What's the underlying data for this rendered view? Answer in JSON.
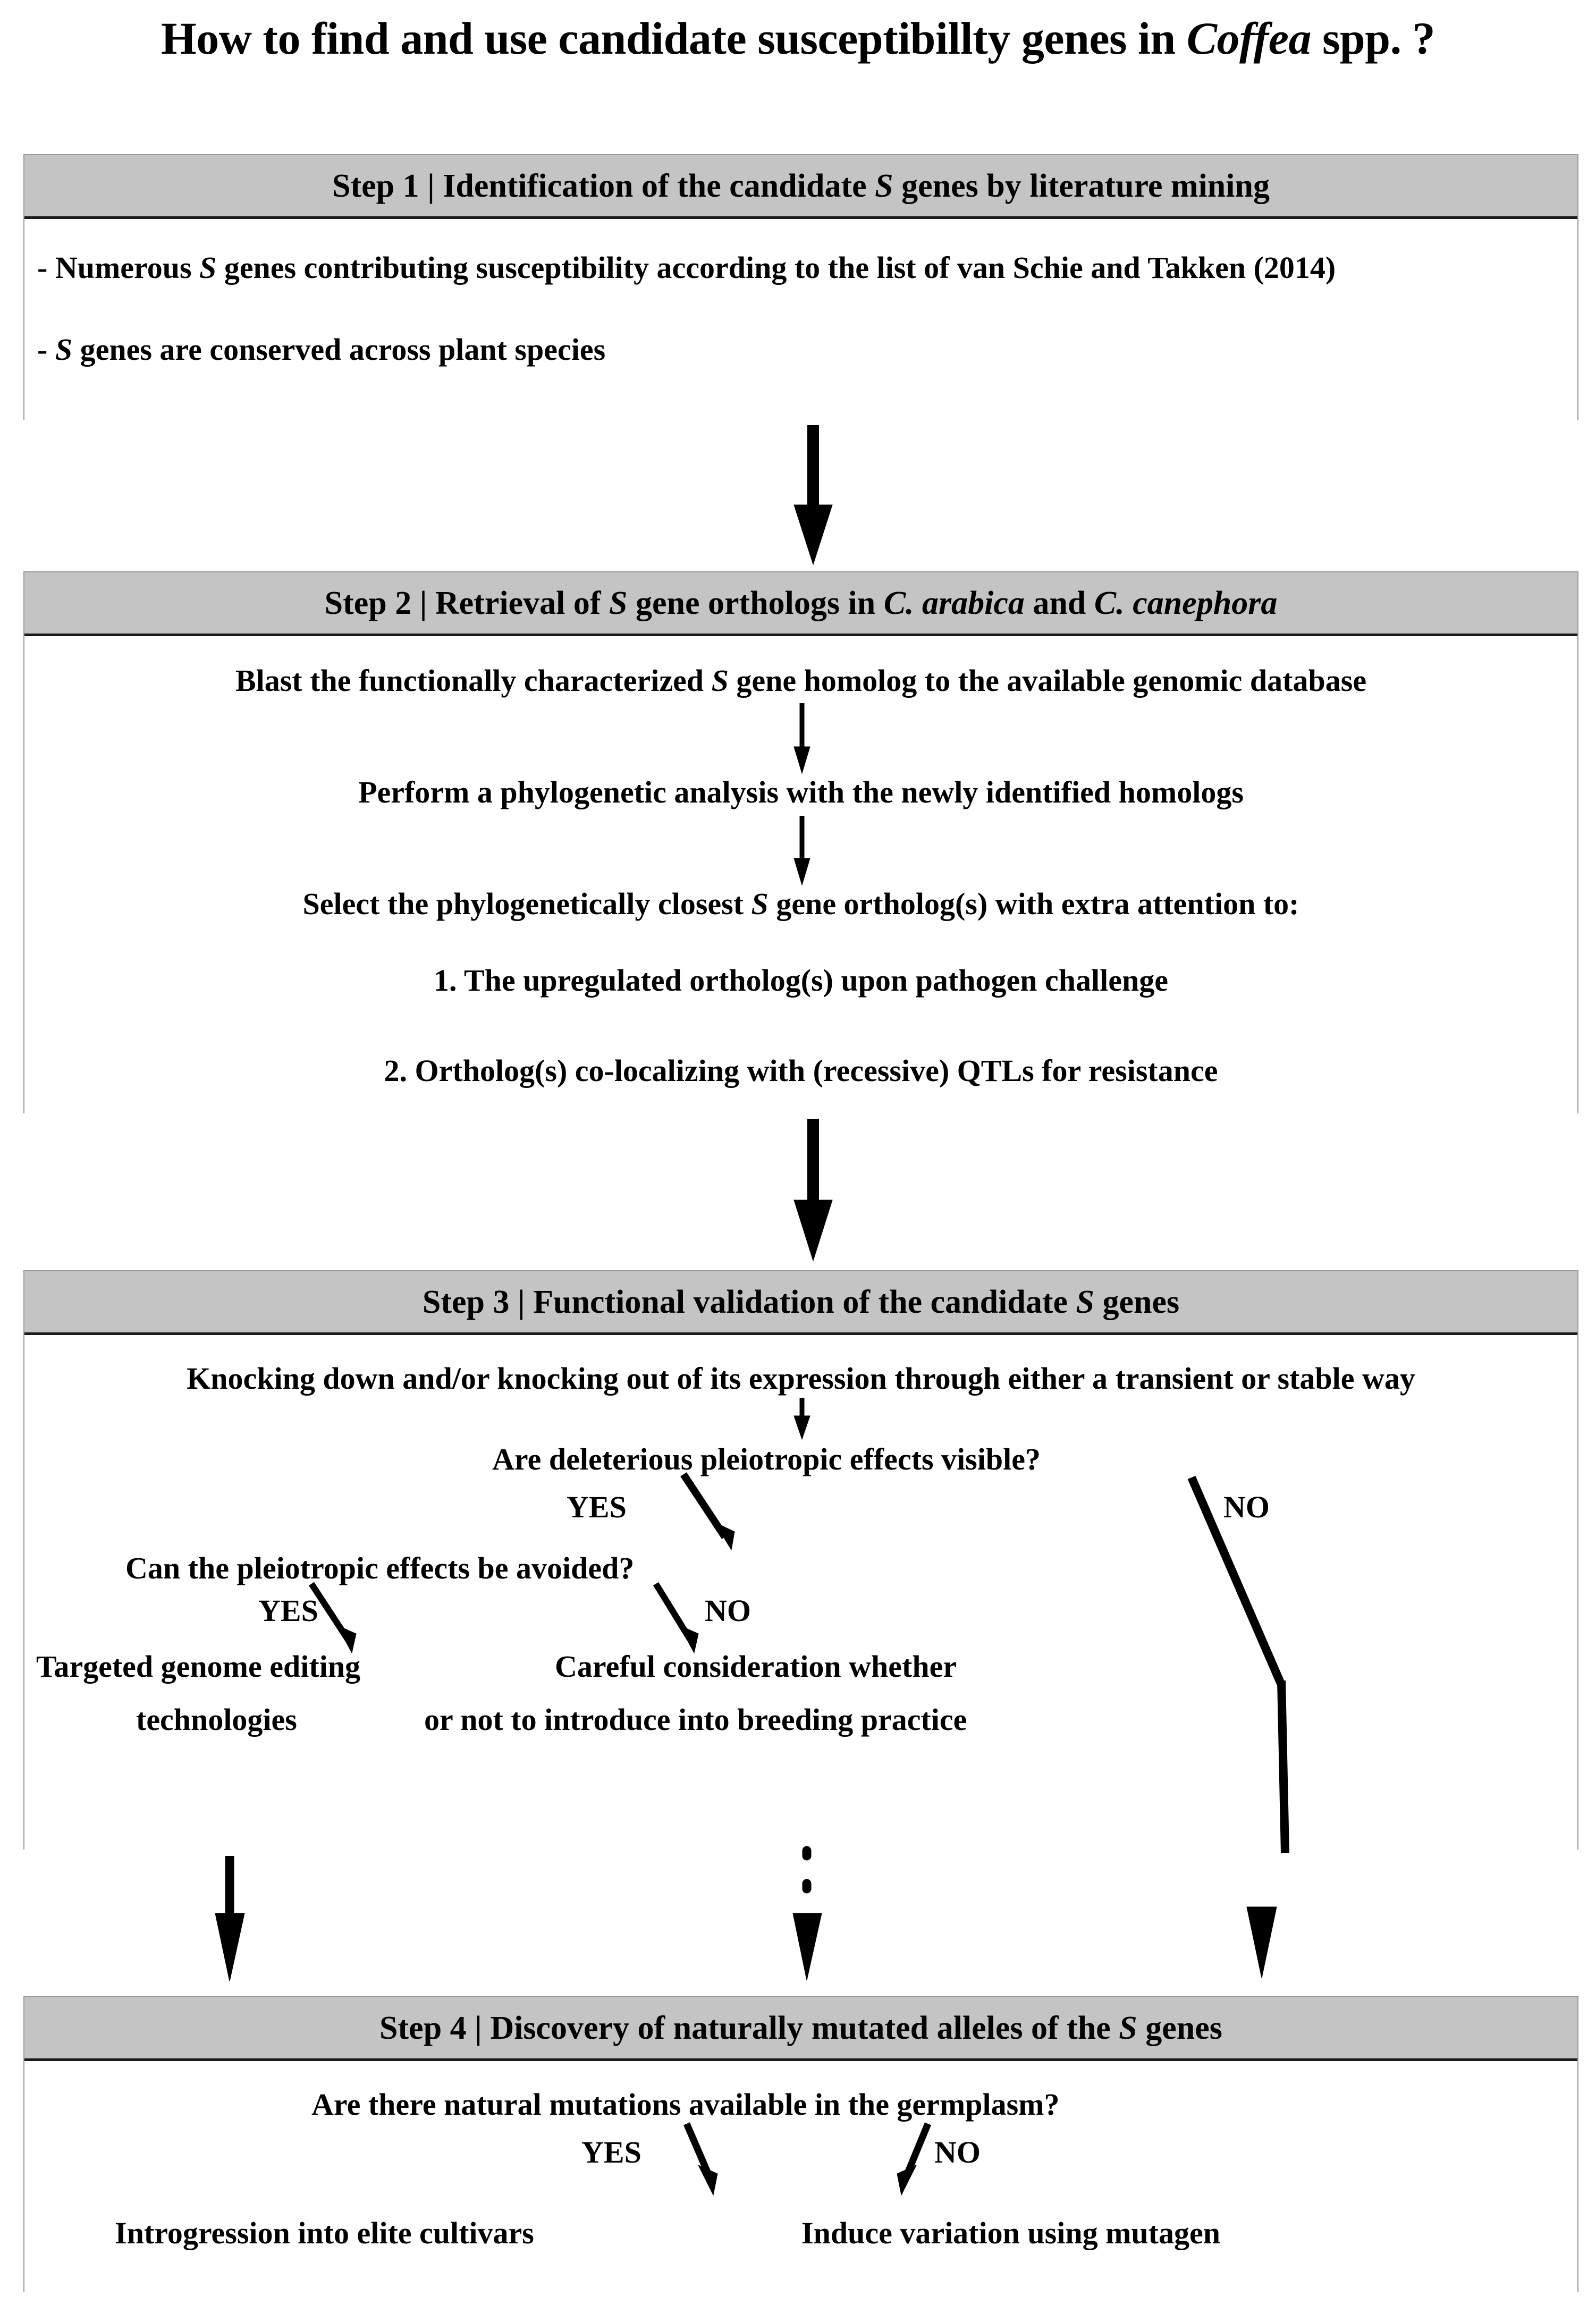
{
  "title": {
    "prefix": "How to find and use candidate susceptibillty genes in ",
    "italic": "Coffea",
    "suffix": " spp. ?"
  },
  "steps": [
    {
      "id": "step-1",
      "header_prefix": "Step 1 | Identification of the candidate ",
      "header_italic": "S",
      "header_suffix": " genes by literature mining",
      "lines": [
        {
          "prefix": "- Numerous ",
          "italic": "S",
          "suffix": " genes contributing susceptibility according to the list of van Schie and Takken (2014)"
        },
        {
          "prefix": "- ",
          "italic": "S",
          "suffix": " genes are conserved across plant species"
        }
      ]
    },
    {
      "id": "step-2",
      "header_prefix": "Step 2 | Retrieval of ",
      "header_italic": "S",
      "header_mid": " gene orthologs in ",
      "header_italic2": "C. arabica",
      "header_mid2": " and ",
      "header_italic3": "C. canephora",
      "lines": [
        {
          "prefix": "Blast the functionally characterized ",
          "italic": "S",
          "suffix": " gene homolog to the available genomic database"
        },
        {
          "prefix": "Perform a phylogenetic analysis with the newly identified homologs",
          "italic": "",
          "suffix": ""
        },
        {
          "prefix": "Select the phylogenetically closest ",
          "italic": "S",
          "suffix": " gene ortholog(s) with extra attention to:"
        },
        {
          "prefix": "1. The upregulated ortholog(s) upon pathogen challenge",
          "italic": "",
          "suffix": ""
        },
        {
          "prefix": "2. Ortholog(s) co-localizing with (recessive) QTLs for resistance",
          "italic": "",
          "suffix": ""
        }
      ]
    },
    {
      "id": "step-3",
      "header_prefix": "Step 3 | Functional validation of the candidate ",
      "header_italic": "S",
      "header_suffix": " genes",
      "intro": "Knocking down and/or knocking out of its expression through either a transient or stable way",
      "question_1": "Are deleterious pleiotropic effects visible?",
      "question_1_yes": "YES",
      "question_1_no": "NO",
      "question_2": "Can the pleiotropic effects be avoided?",
      "question_2_yes": "YES",
      "question_2_no": "NO",
      "outcome_left_line1": "Targeted genome editing",
      "outcome_left_line2": "technologies",
      "outcome_right_line1": "Careful consideration whether",
      "outcome_right_line2": "or not to introduce into breeding practice"
    },
    {
      "id": "step-4",
      "header_prefix": "Step 4 | Discovery of naturally mutated alleles of the ",
      "header_italic": "S",
      "header_suffix": " genes",
      "question": "Are there natural mutations available in the germplasm?",
      "yes_label": "YES",
      "no_label": "NO",
      "outcome_left": "Introgression into  elite cultivars",
      "outcome_right": "Induce variation using mutagen"
    }
  ],
  "colors": {
    "header_fill": "#c4c4c4",
    "box_border": "#9a9a9a",
    "header_rule": "#1a1a1a",
    "arrow": "#000000",
    "background": "#ffffff",
    "text": "#000000"
  }
}
